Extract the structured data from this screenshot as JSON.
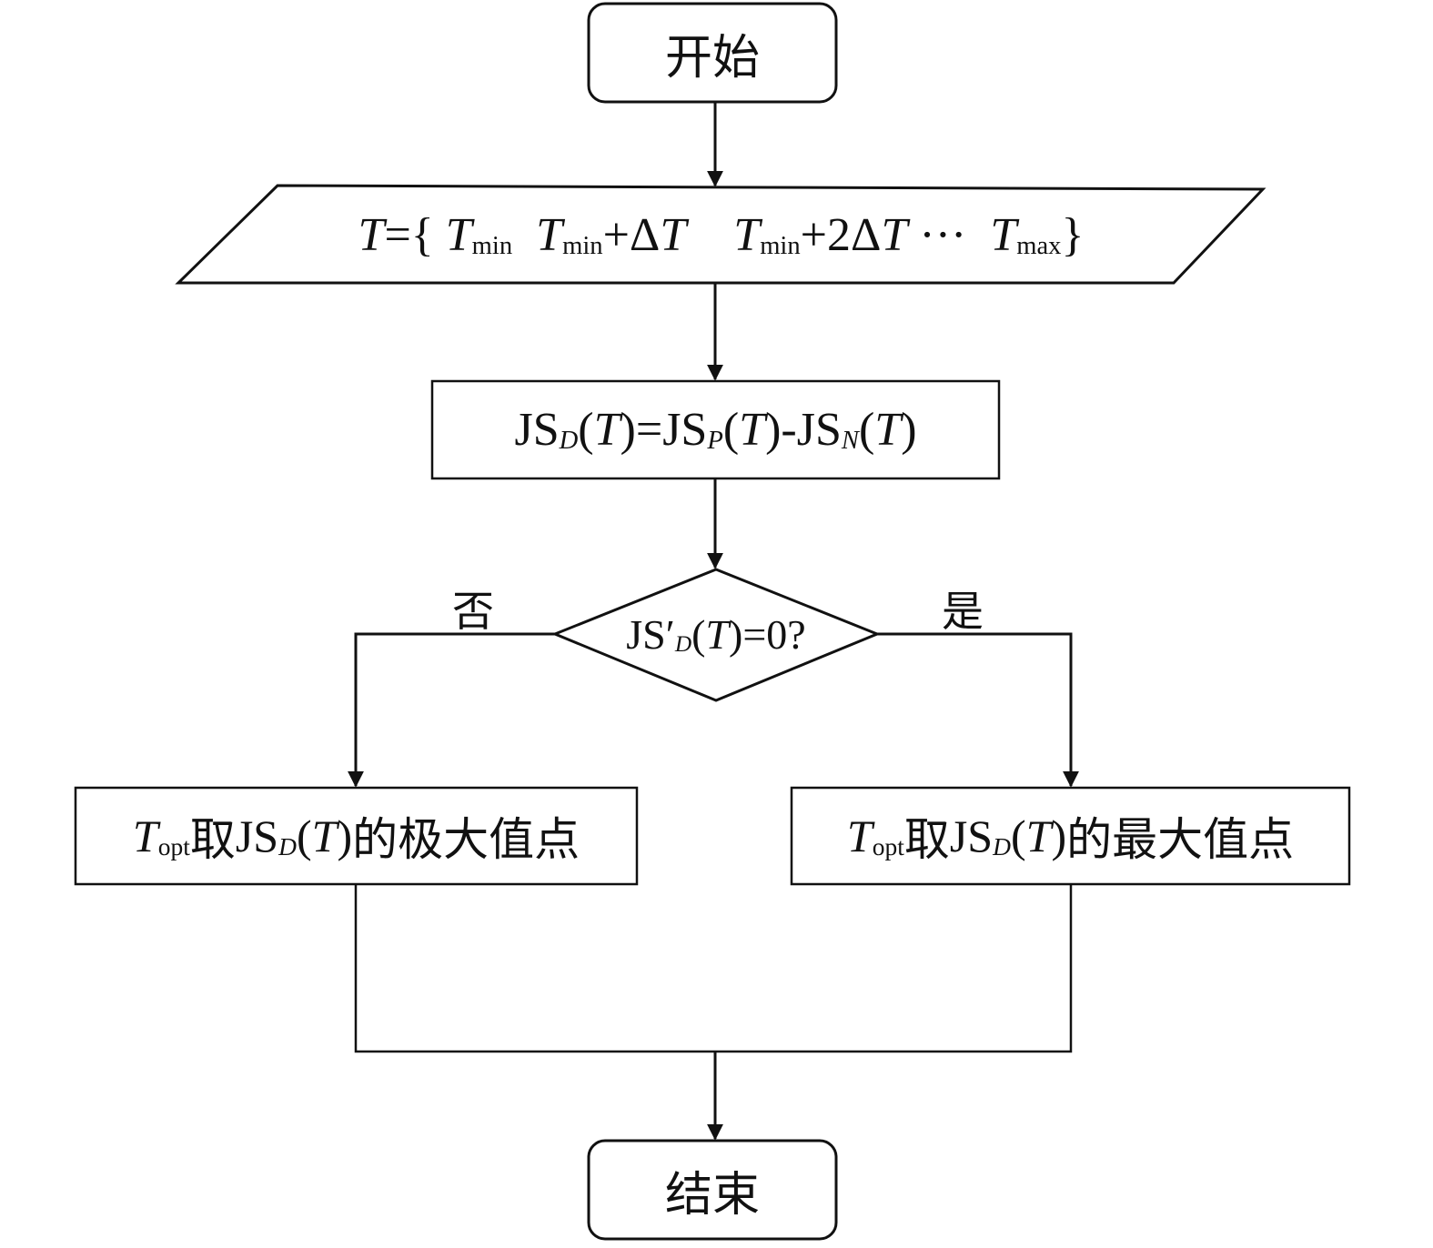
{
  "diagram": {
    "start": {
      "text": "开始"
    },
    "input": {
      "t_var": "T",
      "eq_open": "={",
      "t": "T",
      "min_sub": "min",
      "plus": "+",
      "delta": "Δ",
      "plus2": "+2",
      "dots": "···",
      "max_sub": "max",
      "close": "}"
    },
    "process": {
      "js": "JS",
      "sub_d": "D",
      "sub_p": "P",
      "sub_n": "N",
      "paren_open": "(",
      "t": "T",
      "paren_close": ")",
      "eq": "=",
      "minus": "-"
    },
    "decision": {
      "js": "JS",
      "prime": "′",
      "sub_d": "D",
      "paren_open": "(",
      "t": "T",
      "paren_close": ")",
      "rest": "=0?"
    },
    "branch_no": "否",
    "branch_yes": "是",
    "left_box": {
      "t": "T",
      "opt_sub": "opt",
      "take": "取",
      "js": "JS",
      "sub_d": "D",
      "paren_open": "(",
      "tt": "T",
      "paren_close": ")",
      "suffix": "的极大值点"
    },
    "right_box": {
      "t": "T",
      "opt_sub": "opt",
      "take": "取",
      "js": "JS",
      "sub_d": "D",
      "paren_open": "(",
      "tt": "T",
      "paren_close": ")",
      "suffix": "的最大值点"
    },
    "end": {
      "text": "结束"
    }
  }
}
